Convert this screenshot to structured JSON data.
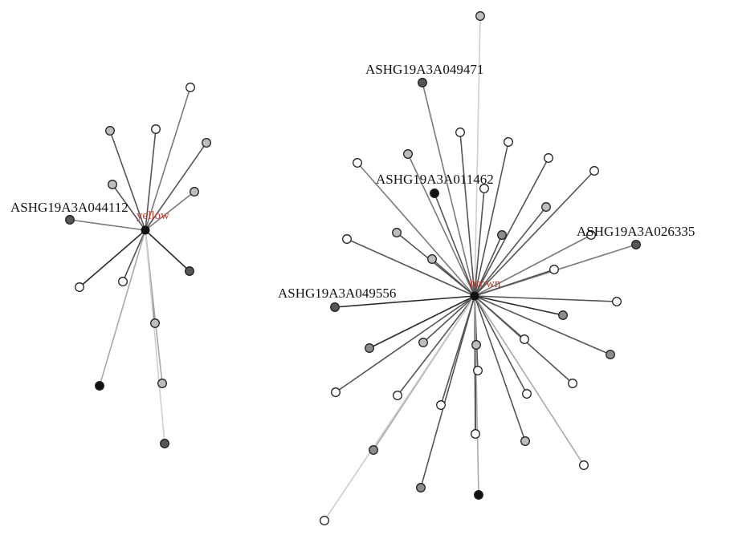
{
  "network": {
    "colors": {
      "hub_label": "#c0392b",
      "node_white": "#ffffff",
      "node_light": "#bdbdbd",
      "node_mid": "#8c8c8c",
      "node_dark": "#555555",
      "node_black": "#111111"
    },
    "modules": [
      {
        "hub_label": "yellow",
        "gene_labels": [
          "ASHG19A3A044112"
        ]
      },
      {
        "hub_label": "brown",
        "gene_labels": [
          "ASHG19A3A049471",
          "ASHG19A3A011462",
          "ASHG19A3A026335",
          "ASHG19A3A049556"
        ]
      }
    ]
  }
}
